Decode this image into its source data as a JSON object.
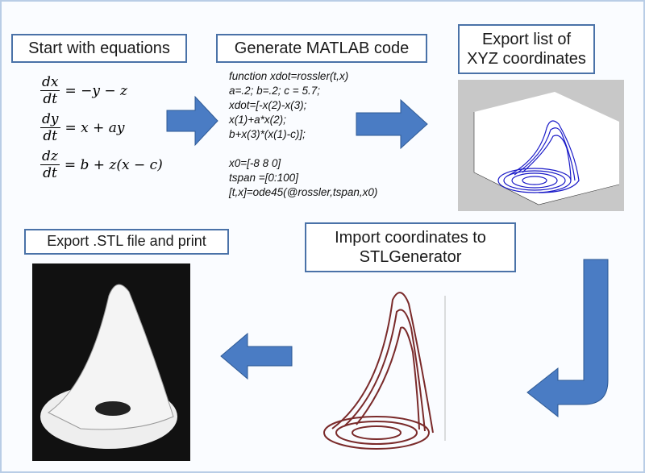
{
  "steps": {
    "equations": "Start with equations",
    "matlab": "Generate MATLAB code",
    "export_xyz": "Export list of XYZ coordinates",
    "import_stl": "Import coordinates to STLGenerator",
    "export_stl": "Export .STL file and print"
  },
  "equations": [
    {
      "num": "dx",
      "den": "dt",
      "rhs": "= −y − z"
    },
    {
      "num": "dy",
      "den": "dt",
      "rhs": "= x + ay"
    },
    {
      "num": "dz",
      "den": "dt",
      "rhs": "= b + z(x − c)"
    }
  ],
  "code": [
    "function xdot=rossler(t,x)",
    "a=.2; b=.2; c = 5.7;",
    "xdot=[-x(2)-x(3);",
    "x(1)+a*x(2);",
    "b+x(3)*(x(1)-c)];",
    "",
    "x0=[-8 8 0]",
    "tspan =[0:100]",
    "[t,x]=ode45(@rossler,tspan,x0)"
  ],
  "colors": {
    "arrow": "#4a7cc4",
    "box_border": "#4a72a8",
    "plot_line": "#1a1ac8",
    "stl_model": "#7a2a2a"
  }
}
